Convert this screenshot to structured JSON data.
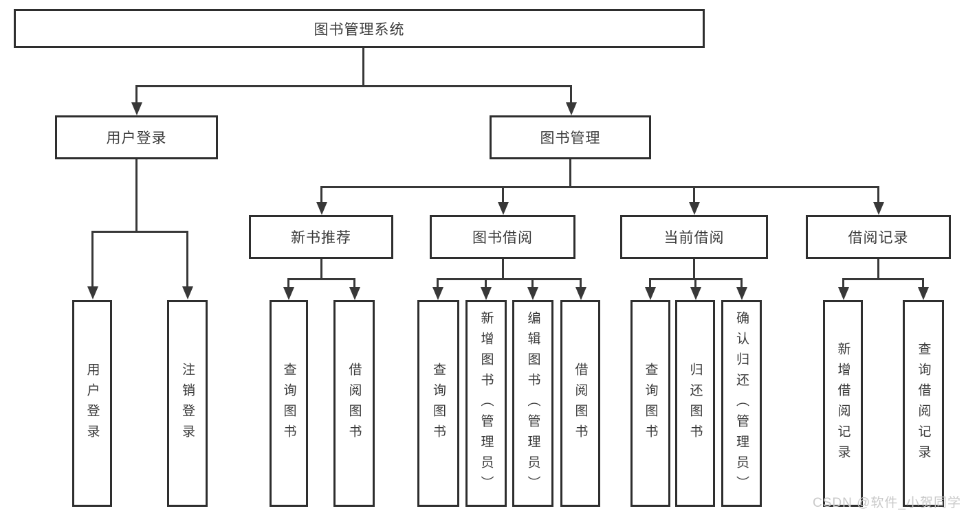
{
  "diagram": {
    "root": "图书管理系统",
    "level2": [
      {
        "label": "用户登录",
        "children": [
          "用户登录",
          "注销登录"
        ]
      },
      {
        "label": "图书管理",
        "children": [
          {
            "label": "新书推荐",
            "children": [
              "查询图书",
              "借阅图书"
            ]
          },
          {
            "label": "图书借阅",
            "children": [
              "查询图书",
              "新增图书（管理员）",
              "编辑图书（管理员）",
              "借阅图书"
            ]
          },
          {
            "label": "当前借阅",
            "children": [
              "查询图书",
              "归还图书",
              "确认归还（管理员）"
            ]
          },
          {
            "label": "借阅记录",
            "children": [
              "新增借阅记录",
              "查询借阅记录"
            ]
          }
        ]
      }
    ]
  },
  "watermark": "CSDN @软件_小贺同学",
  "colors": {
    "line": "#383838",
    "box_border": "#2e2e2e",
    "text": "#3a3a3a",
    "background": "#ffffff",
    "watermark": "#c9c9c9"
  }
}
